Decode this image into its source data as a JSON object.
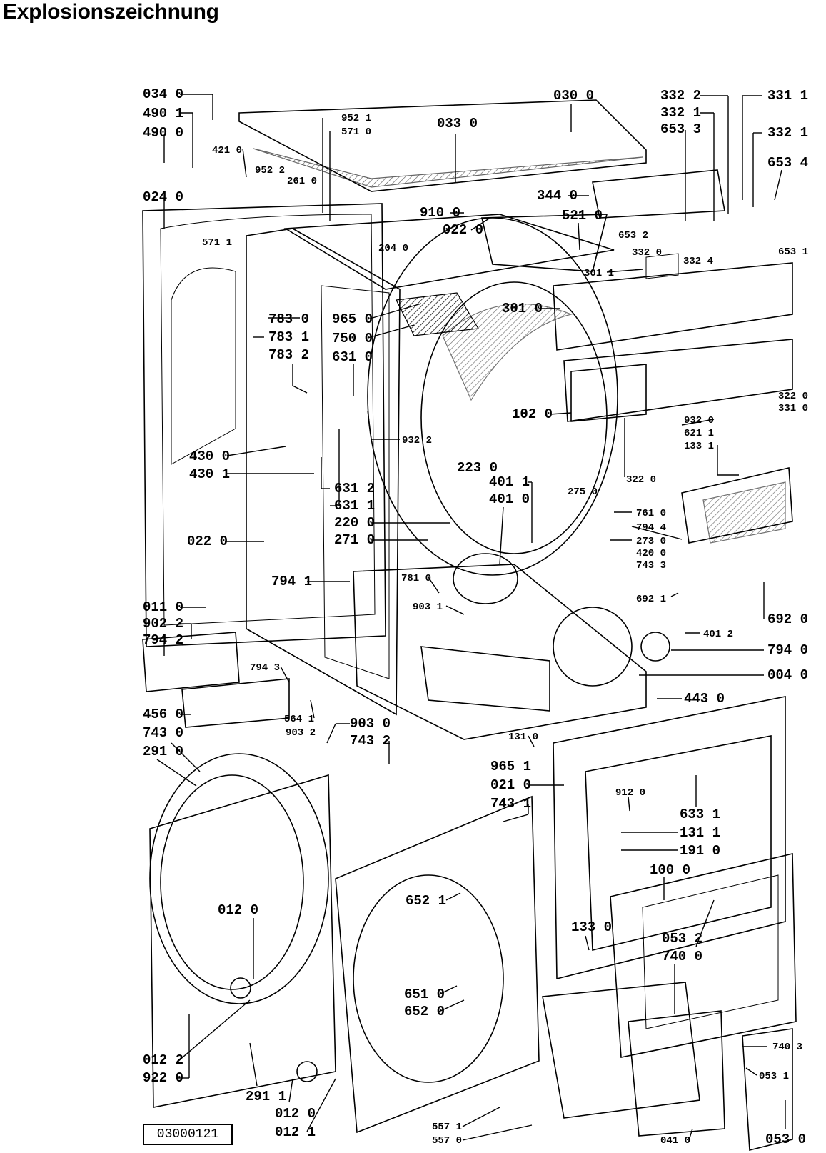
{
  "title": "Explosionszeichnung",
  "drawing_number": "03000121",
  "part_labels": [
    "034 0",
    "490 1",
    "490 0",
    "421 0",
    "024 0",
    "952 2",
    "261 0",
    "571 1",
    "952 1",
    "571 0",
    "033 0",
    "030 0",
    "332 2",
    "332 1",
    "653 3",
    "331 1",
    "332 1",
    "653 4",
    "344 0",
    "910 0",
    "022 0",
    "521 0",
    "653 2",
    "332 0",
    "332 4",
    "653 1",
    "204 0",
    "301 1",
    "783 0",
    "965 0",
    "750 0",
    "301 0",
    "783 1",
    "783 2",
    "631 0",
    "102 0",
    "322 0",
    "331 0",
    "932 0",
    "621 1",
    "133 1",
    "932 2",
    "430 0",
    "430 1",
    "223 0",
    "631 2",
    "631 1",
    "401 1",
    "401 0",
    "275 0",
    "322 0",
    "220 0",
    "271 0",
    "761 0",
    "794 4",
    "273 0",
    "420 0",
    "743 3",
    "022 0",
    "794 1",
    "781 0",
    "903 1",
    "692 1",
    "692 0",
    "011 0",
    "902 2",
    "794 2",
    "401 2",
    "794 0",
    "004 0",
    "794 3",
    "443 0",
    "456 0",
    "564 1",
    "903 2",
    "903 0",
    "743 2",
    "743 0",
    "291 0",
    "131 0",
    "965 1",
    "021 0",
    "743 1",
    "912 0",
    "633 1",
    "131 1",
    "191 0",
    "012 0",
    "652 1",
    "100 0",
    "133 0",
    "053 2",
    "740 0",
    "651 0",
    "652 0",
    "012 2",
    "922 0",
    "291 1",
    "012 0",
    "012 1",
    "740 3",
    "053 1",
    "557 1",
    "557 0",
    "041 0",
    "053 0"
  ]
}
